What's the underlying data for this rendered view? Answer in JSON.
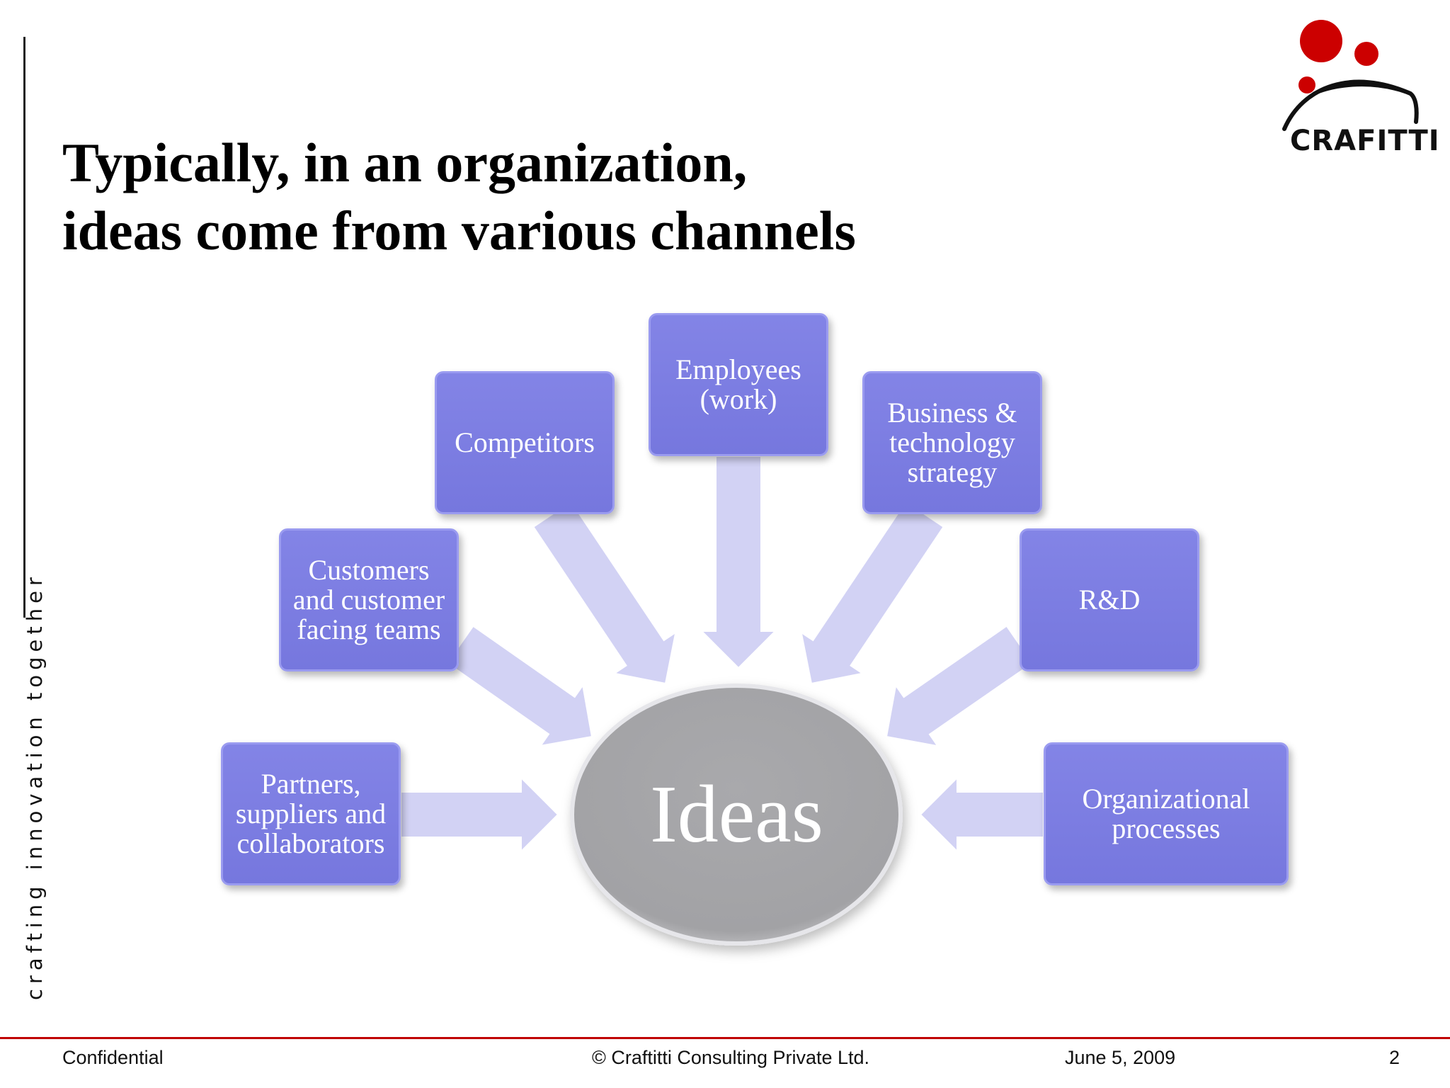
{
  "sidebar": {
    "tagline": "crafting innovation together"
  },
  "title": {
    "line1": "Typically, in an organization,",
    "line2": "ideas come from various channels"
  },
  "logo": {
    "text": "CRAFITTI",
    "colors": {
      "dots": "#cc0000",
      "arc": "#111111"
    }
  },
  "diagram": {
    "center": {
      "label": "Ideas",
      "color": "#a3a3a6"
    },
    "box_color": "#7a7be0",
    "arrow_color": "#d0d0f4",
    "sources": [
      {
        "id": "partners",
        "lines": [
          "Partners,",
          "suppliers and",
          "collaborators"
        ]
      },
      {
        "id": "customers",
        "lines": [
          "Customers",
          "and customer",
          "facing teams"
        ]
      },
      {
        "id": "competitors",
        "lines": [
          "Competitors"
        ]
      },
      {
        "id": "employees",
        "lines": [
          "Employees",
          "(work)"
        ]
      },
      {
        "id": "business-technology",
        "lines": [
          "Business &",
          "technology",
          "strategy"
        ]
      },
      {
        "id": "rnd",
        "lines": [
          "R&D"
        ]
      },
      {
        "id": "organizational",
        "lines": [
          "Organizational",
          "processes"
        ]
      }
    ]
  },
  "footer": {
    "left": "Confidential",
    "center": "© Craftitti Consulting Private Ltd.",
    "date": "June 5, 2009",
    "page": "2"
  }
}
